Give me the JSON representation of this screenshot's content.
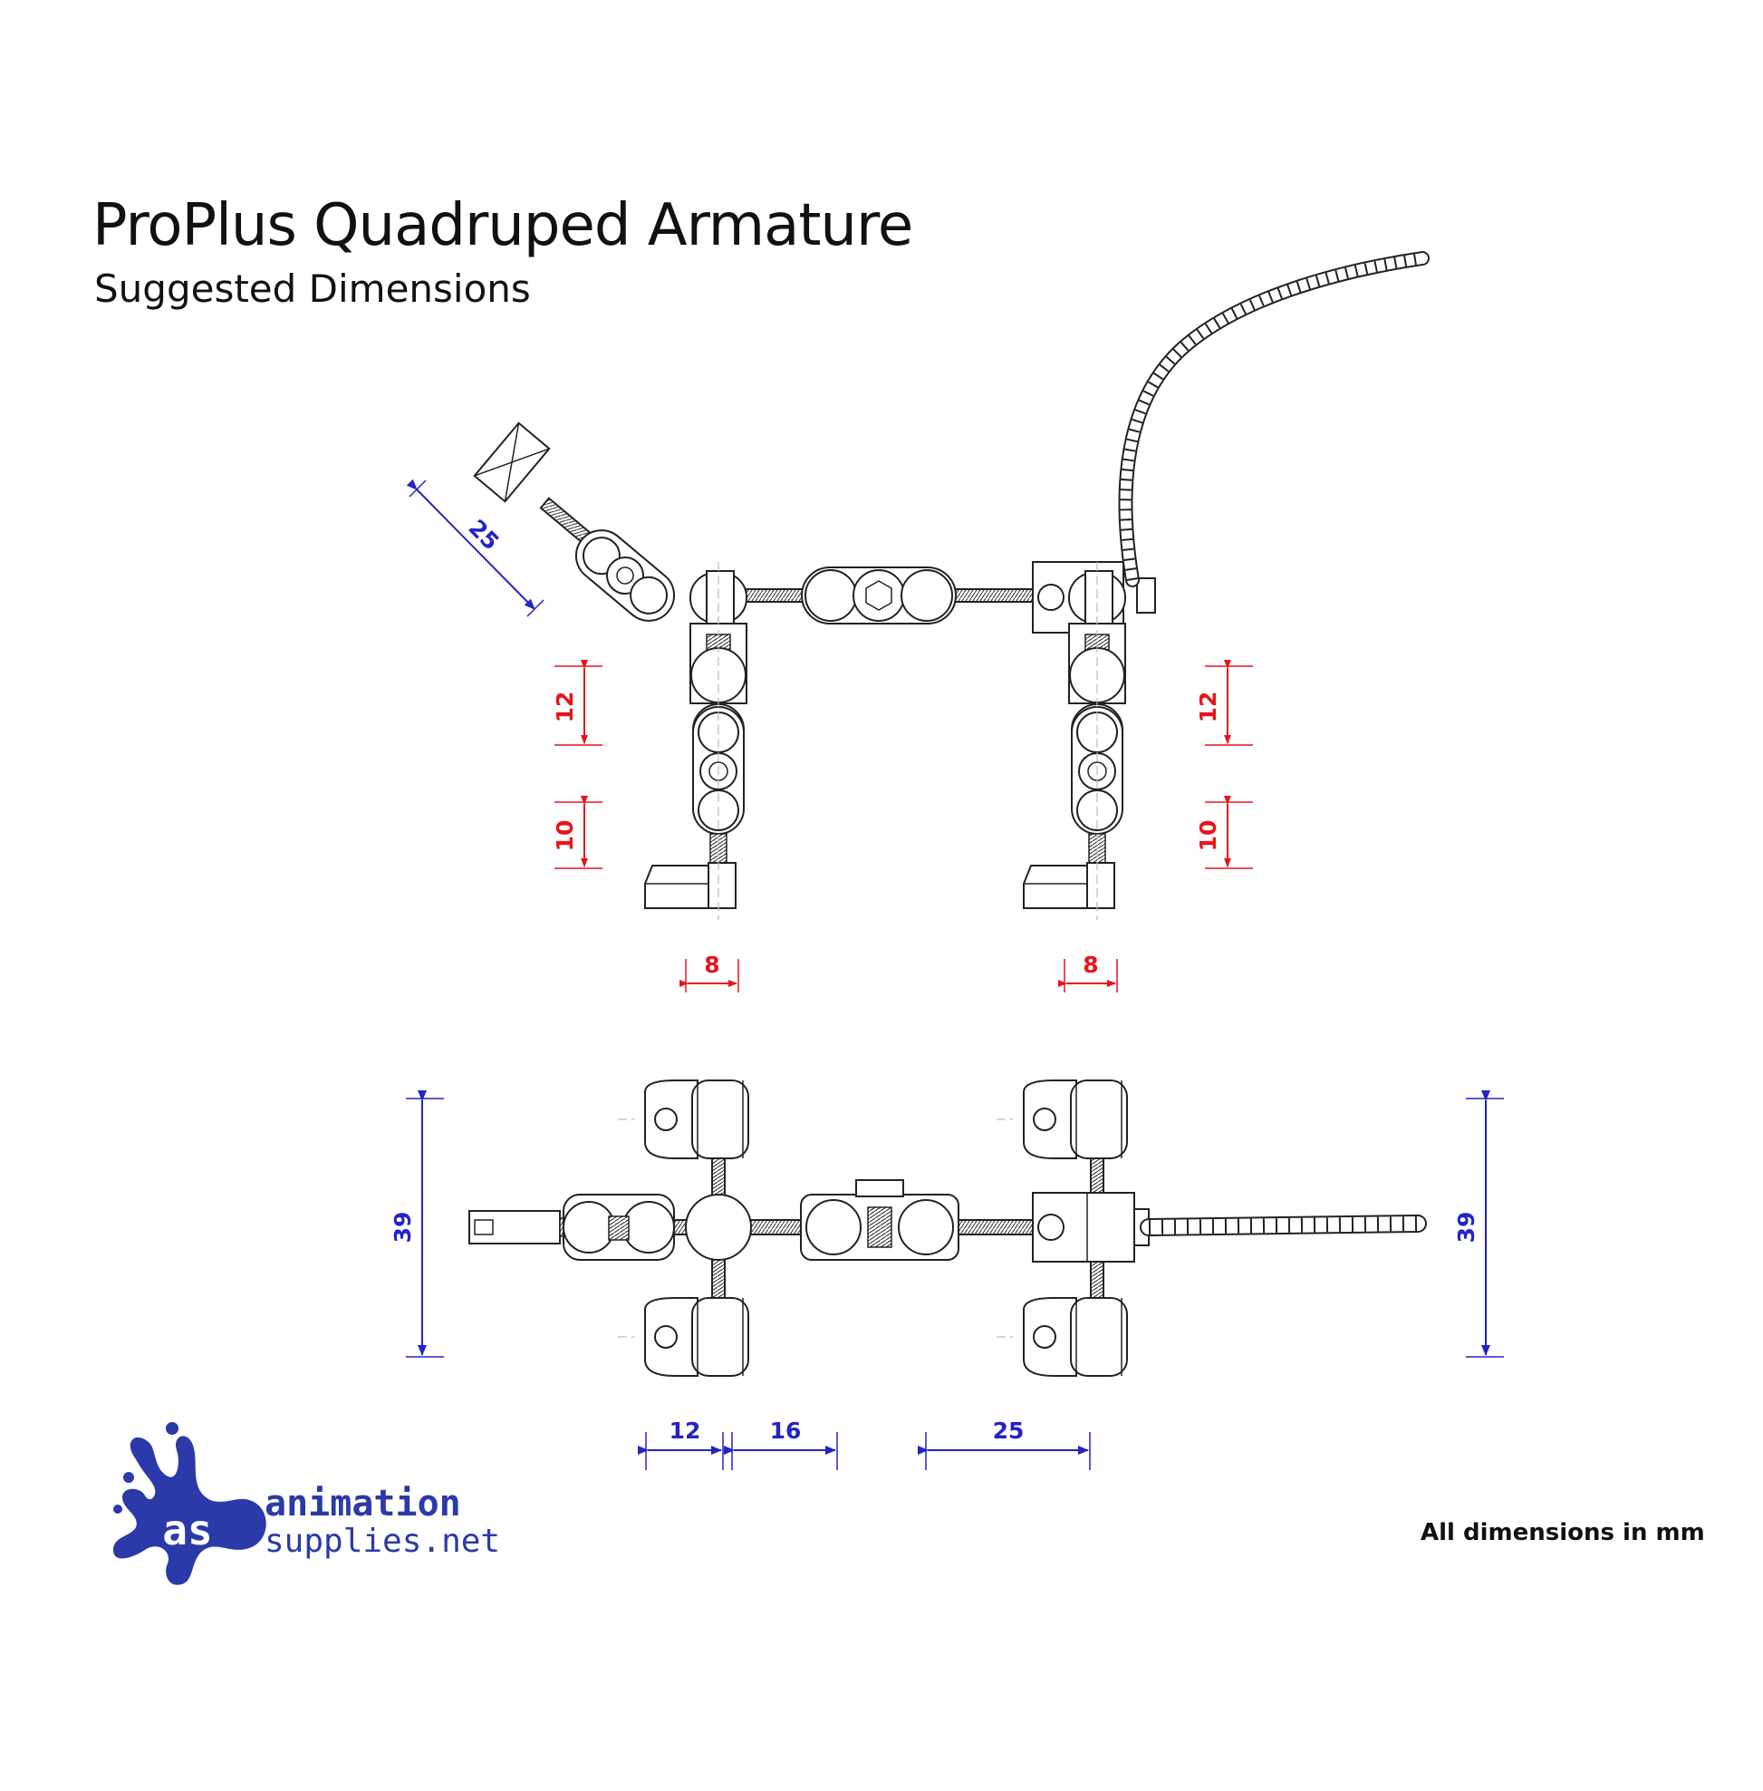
{
  "header": {
    "title": "ProPlus Quadruped Armature",
    "subtitle": "Suggested Dimensions"
  },
  "side_view": {
    "neck_length": "25",
    "upper_leg_front": "12",
    "lower_leg_front": "10",
    "upper_leg_rear": "12",
    "lower_leg_rear": "10",
    "foot_front": "8",
    "foot_rear": "8"
  },
  "top_view": {
    "width_left": "39",
    "width_right": "39",
    "span_a": "12",
    "span_b": "16",
    "span_c": "25"
  },
  "footer": {
    "units_note": "All dimensions in mm"
  },
  "logo": {
    "monogram": "as",
    "line1": "animation",
    "line2": "supplies.net"
  },
  "colors": {
    "side_dimension": "#e8141b",
    "top_dimension": "#2323c8",
    "logo_blue": "#2b3aa8",
    "line": "#222222"
  }
}
